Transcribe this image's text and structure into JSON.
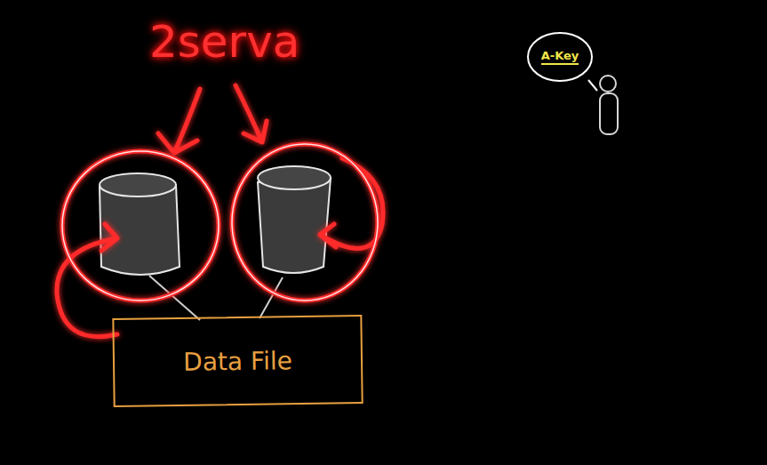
{
  "diagram": {
    "nodes": [
      {
        "text": [
          "Data File"
        ]
      },
      {
        "text": [
          "A-Key"
        ]
      }
    ],
    "labels": [
      "2serva"
    ]
  }
}
